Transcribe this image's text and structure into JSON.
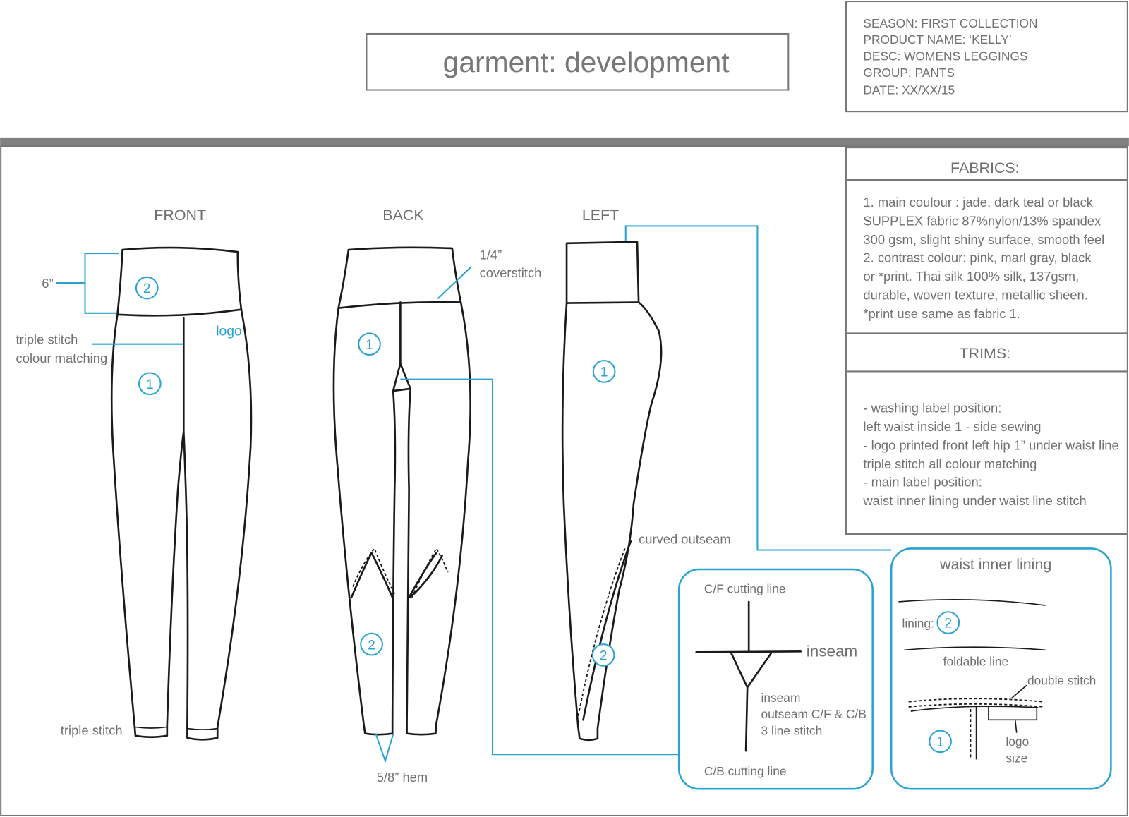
{
  "title": "garment: development",
  "info": {
    "season": "SEASON: FIRST COLLECTION",
    "product_name": "PRODUCT NAME: ‘KELLY’",
    "desc": "DESC: WOMENS LEGGINGS",
    "group": "GROUP: PANTS",
    "date": "DATE: XX/XX/15"
  },
  "views": {
    "front": "FRONT",
    "back": "BACK",
    "left": "LEFT"
  },
  "callouts": {
    "six_inch": "6”",
    "triple_stitch_1": "triple stitch",
    "triple_stitch_2": "colour matching",
    "logo": "logo",
    "triple_stitch_hem": "triple stitch",
    "coverstitch_1": "1/4”",
    "coverstitch_2": "coverstitch",
    "hem": "5/8” hem",
    "curved_outseam": "curved outseam"
  },
  "fabric_markers": {
    "one": "1",
    "two": "2"
  },
  "fabrics": {
    "heading": "FABRICS:",
    "lines": [
      "1. main coulour : jade, dark teal or black",
      "SUPPLEX fabric 87%nylon/13% spandex",
      "300 gsm, slight shiny surface, smooth feel",
      "2. contrast colour: pink, marl gray, black",
      "or *print. Thai silk  100% silk, 137gsm,",
      "durable, woven texture, metallic sheen.",
      "*print use same as fabric 1."
    ]
  },
  "trims": {
    "heading": "TRIMS:",
    "lines": [
      "- washing label position:",
      "left waist inside 1 - side sewing",
      "- logo printed front left hip 1” under waist line",
      "triple stitch all colour matching",
      "- main label position:",
      "waist inner lining under waist line stitch"
    ]
  },
  "inseam_detail": {
    "cf": "C/F cutting line",
    "inseam": "inseam",
    "note1": "inseam",
    "note2": "outseam C/F & C/B",
    "note3": "3 line stitch",
    "cb": "C/B cutting line"
  },
  "waist_detail": {
    "title": "waist inner lining",
    "lining": "lining:",
    "foldable": "foldable line",
    "double_stitch": "double stitch",
    "logo1": "logo",
    "logo2": "size"
  },
  "colors": {
    "accent": "#2aa3d3",
    "text": "#707070",
    "band": "#808080"
  }
}
